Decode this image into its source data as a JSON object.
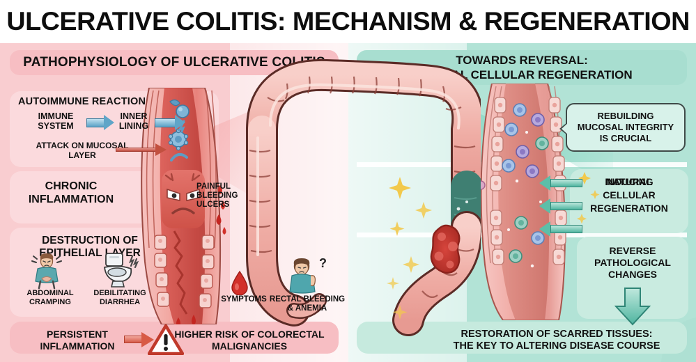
{
  "title": "ULCERATIVE COLITIS: MECHANISM & REGENERATION",
  "colors": {
    "left_panel": "#f9cdd0",
    "right_panel": "#b2e3d6",
    "left_card": "#fbdadd",
    "right_card": "#c9ebe0",
    "left_header_band": "#f7bec3",
    "right_header_band": "#a8ded0",
    "arrow_blue": "#5fa5c8",
    "arrow_red": "#c2503f",
    "arrow_teal": "#5cbfa9",
    "text": "#111111",
    "sparkle_gold": "#f2c94c",
    "blood_red": "#d2302a"
  },
  "left_panel": {
    "header": "PATHOPHYSIOLOGY OF ULCERATIVE COLITIS",
    "autoimmune": {
      "heading": "AUTOIMMUNE REACTION",
      "from_label": "IMMUNE SYSTEM",
      "to_label": "INNER LINING",
      "attack_label": "ATTACK ON MUCOSAL LAYER"
    },
    "chronic": {
      "heading": "CHRONIC INFLAMMATION",
      "ulcers_label": "PAINFUL BLEEDING ULCERS"
    },
    "destruction": {
      "heading": "DESTRUCTION OF EPITHELIAL LAYER",
      "icons": [
        {
          "name": "abdominal-cramping-icon",
          "label": "ABDOMINAL CRAMPING"
        },
        {
          "name": "toilet-icon",
          "label": "DEBILITATING DIARRHEA"
        }
      ]
    },
    "symptoms": {
      "blood_label": "SYMPTOMS",
      "anemia_label": "RECTAL BLEEDING & ANEMIA"
    },
    "bottom_banner": {
      "left_text": "PERSISTENT INFLAMMATION",
      "right_text": "HIGHER RISK OF COLORECTAL MALIGNANCIES",
      "icon": "warning-triangle-icon"
    }
  },
  "right_panel": {
    "header_line1": "TOWARDS REVERSAL:",
    "header_line2": "NATURAL CELLULAR REGENERATION",
    "callout": {
      "line1": "REBUILDING",
      "line2": "MUCOSAL INTEGRITY",
      "line3": "IS CRUCIAL"
    },
    "inducing": {
      "overlap_a": "INDUCING",
      "overlap_b": "NATURAL",
      "line2": "CELLULAR",
      "line3": "REGENERATION",
      "arrow_count": 3
    },
    "reverse": {
      "line1": "REVERSE",
      "line2": "PATHOLOGICAL",
      "line3": "CHANGES"
    },
    "bottom_banner": {
      "line1": "RESTORATION OF SCARRED TISSUES:",
      "line2": "THE KEY TO ALTERING DISEASE COURSE"
    }
  }
}
